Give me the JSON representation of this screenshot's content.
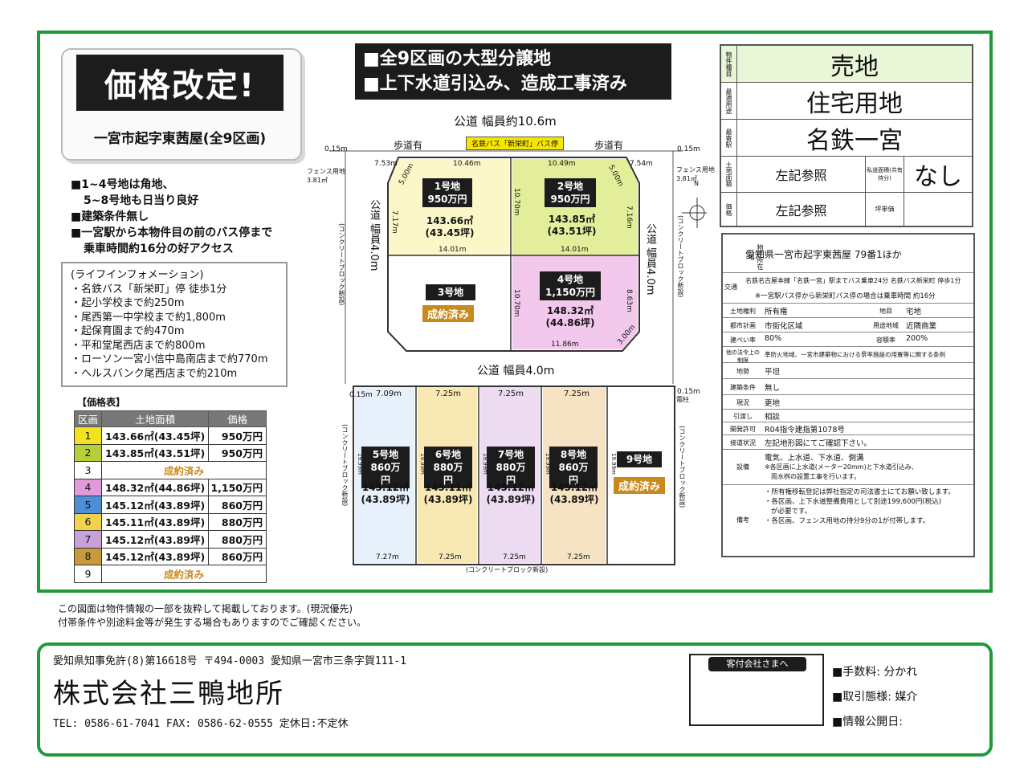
{
  "left": {
    "banner": "価格改定!",
    "subtitle": "一宮市起字東茜屋(全9区画)",
    "features": [
      "■1~4号地は角地、",
      "5~8号地も日当り良好",
      "■建築条件無し",
      "■一宮駅から本物件目の前のバス停まで",
      "乗車時間約16分の好アクセス"
    ],
    "lifeinfo_title": "(ライフインフォメーション)",
    "lifeinfo": [
      "・名鉄バス「新栄町」停 徒歩1分",
      "・起小学校まで約250m",
      "・尾西第一中学校まで約1,800m",
      "・起保育園まで約470m",
      "・平和堂尾西店まで約800m",
      "・ローソン一宮小信中島南店まで約770m",
      "・ヘルスバンク尾西店まで約210m"
    ]
  },
  "price_table": {
    "title": "【価格表】",
    "headers": [
      "区画",
      "土地面積",
      "価格"
    ],
    "rows": [
      {
        "no": "1",
        "color": "#f3e31f",
        "area": "143.66㎡(43.45坪)",
        "price": "950万円",
        "sold": ""
      },
      {
        "no": "2",
        "color": "#b5cf3a",
        "area": "143.85㎡(43.51坪)",
        "price": "950万円",
        "sold": ""
      },
      {
        "no": "3",
        "color": "#ffffff",
        "area": "",
        "price": "",
        "sold": "成約済み"
      },
      {
        "no": "4",
        "color": "#e19bd8",
        "area": "148.32㎡(44.86坪)",
        "price": "1,150万円",
        "sold": ""
      },
      {
        "no": "5",
        "color": "#4c8fd6",
        "area": "145.12㎡(43.89坪)",
        "price": "860万円",
        "sold": ""
      },
      {
        "no": "6",
        "color": "#f2d24a",
        "area": "145.11㎡(43.89坪)",
        "price": "880万円",
        "sold": ""
      },
      {
        "no": "7",
        "color": "#c7a2d9",
        "area": "145.12㎡(43.89坪)",
        "price": "880万円",
        "sold": ""
      },
      {
        "no": "8",
        "color": "#c89a3c",
        "area": "145.12㎡(43.89坪)",
        "price": "860万円",
        "sold": ""
      },
      {
        "no": "9",
        "color": "#ffffff",
        "area": "",
        "price": "",
        "sold": "成約済み"
      }
    ]
  },
  "headline": [
    "■全9区画の大型分譲地",
    "■上下水道引込み、造成工事済み"
  ],
  "plan": {
    "road_top": "公道 幅員約10.6m",
    "sidewalk_left": "歩道有",
    "sidewalk_right": "歩道有",
    "bus_stop": "名鉄バス「新栄町」バス停",
    "road_middle": "公道 幅員4.0m",
    "road_left": "公道 幅員4.0m",
    "road_right": "公道 幅員4.0m",
    "fence_left": "フェンス用地\n3.81㎡",
    "fence_right": "フェンス用地\n3.81㎡",
    "block_left": "(コンクリートブロック新設)",
    "block_right": "(コンクリートブロック新設)",
    "block_bottom": "(コンクリートブロック新設)",
    "block_lower_left": "(コンクリートブロック新設)",
    "block_lower_right": "(コンクリートブロック新設)",
    "north": "N",
    "pole": "電柱",
    "dims": {
      "d015a": "0.15m",
      "d015b": "0.15m",
      "d015c": "0.15m",
      "d015d": "0.15m",
      "d753": "7.53m",
      "d1046": "10.46m",
      "d1049": "10.49m",
      "d754": "7.54m",
      "d500a": "5.00m",
      "d500b": "5.00m",
      "d717": "7.17m",
      "d716": "7.16m",
      "d1070a": "10.70m",
      "d1070b": "10.70m",
      "d1401a": "14.01m",
      "d1401b": "14.01m",
      "d863": "8.63m",
      "d1186": "11.86m",
      "d300": "3.00m",
      "d709": "7.09m",
      "d725a": "7.25m",
      "d725b": "7.25m",
      "d725c": "7.25m",
      "d727": "7.27m",
      "d725d": "7.25m",
      "d725e": "7.25m",
      "d725f": "7.25m",
      "d1999a": "19.99m",
      "d1999b": "19.99m",
      "d1999c": "19.99m",
      "d1999d": "19.99m",
      "d1999e": "19.99m"
    },
    "lots": {
      "l1": {
        "name": "1号地",
        "price": "950万円",
        "area": "143.66㎡",
        "tsubo": "(43.45坪)"
      },
      "l2": {
        "name": "2号地",
        "price": "950万円",
        "area": "143.85㎡",
        "tsubo": "(43.51坪)"
      },
      "l3": {
        "name": "3号地",
        "sold": "成約済み"
      },
      "l4": {
        "name": "4号地",
        "price": "1,150万円",
        "area": "148.32㎡",
        "tsubo": "(44.86坪)"
      },
      "l5": {
        "name": "5号地",
        "price": "860万円",
        "area": "145.12㎡",
        "tsubo": "(43.89坪)"
      },
      "l6": {
        "name": "6号地",
        "price": "880万円",
        "area": "145.11㎡",
        "tsubo": "(43.89坪)"
      },
      "l7": {
        "name": "7号地",
        "price": "880万円",
        "area": "145.12㎡",
        "tsubo": "(43.89坪)"
      },
      "l8": {
        "name": "8号地",
        "price": "860万円",
        "area": "145.12㎡",
        "tsubo": "(43.89坪)"
      },
      "l9": {
        "name": "9号地",
        "sold": "成約済み"
      }
    }
  },
  "info": {
    "type_label": "物件種目",
    "type": "売地",
    "use_label": "最適用途",
    "use": "住宅用地",
    "station_label": "最寄駅",
    "station": "名鉄一宮",
    "area_label": "土地面積",
    "area": "左記参照",
    "private_road_label": "私道面積(共有持分)",
    "private_road": "なし",
    "price_label": "価格",
    "price": "左記参照",
    "tsubo_price_label": "坪単価"
  },
  "detail": {
    "location_label": "物件所在地",
    "location": "愛知県一宮市起字東茜屋 79番1ほか",
    "traffic_label": "交通",
    "traffic1": "名鉄名古屋本線「名鉄一宮」駅までバス乗車24分 名鉄バス新栄町 停歩1分",
    "traffic2": "※一宮駅バス停から新栄町バス停の場合は乗車時間 約16分",
    "rows": [
      {
        "k": "土地権利",
        "v": "所有権",
        "k2": "地目",
        "v2": "宅地"
      },
      {
        "k": "都市計画",
        "v": "市街化区域",
        "k2": "用途地域",
        "v2": "近隣商業"
      },
      {
        "k": "建ぺい率",
        "v": "80%",
        "k2": "容積率",
        "v2": "200%"
      }
    ],
    "other_label": "他の法令上の制限",
    "other": "準防火地域、一宮市建築物における景率施設の用置等に関する条例",
    "terrain_label": "地勢",
    "terrain": "平坦",
    "building_label": "建築条件",
    "building": "無し",
    "current_label": "現況",
    "current": "更地",
    "handover_label": "引渡し",
    "handover": "相談",
    "permit_label": "開発許可",
    "permit": "R04指令建指第1078号",
    "road_label": "接道状況",
    "road": "左記地形図にてご確認下さい。",
    "equip_label": "設備",
    "equip1": "電気、上水道、下水道、側溝",
    "equip2": "※各区画に上水道(メーター20mm)と下水道引込み、",
    "equip3": "雨水桝の設置工事を行います。",
    "remarks_label": "備考",
    "remarks": [
      "・所有権移転登記は弊社指定の司法書士にてお願い致します。",
      "・各区画、上下水道整備費用として別途199,600円(税込)",
      "が必要です。",
      "・各区画、フェンス用地の持分9分の1が付帯します。"
    ]
  },
  "note": [
    "この図面は物件情報の一部を抜粋して掲載しております。(現況優先)",
    "付帯条件や別途料金等が発生する場合もありますのでご確認ください。"
  ],
  "footer": {
    "license": "愛知県知事免許(8)第16618号  〒494-0003 愛知県一宮市三条字賀111-1",
    "company": "株式会社三鴨地所",
    "contact": "TEL: 0586-61-7041  FAX: 0586-62-0555  定休日:不定休",
    "stamp_tab": "客付会社さまへ",
    "terms": [
      "■手数料: 分かれ",
      "■取引態様: 媒介",
      "■情報公開日:"
    ]
  }
}
